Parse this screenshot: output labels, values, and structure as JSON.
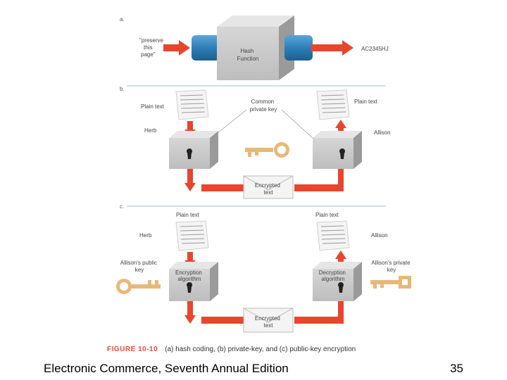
{
  "section_a": {
    "label": "a.",
    "input_text": [
      "\"preserve",
      "this",
      "page\""
    ],
    "box_label": [
      "Hash",
      "Function"
    ],
    "output_text": "AC2345HJ"
  },
  "section_b": {
    "label": "b.",
    "left_doc_label": "Plain text",
    "right_doc_label": "Plain text",
    "sender": "Herb",
    "receiver": "Allison",
    "key_label": [
      "Common",
      "private key"
    ],
    "envelope_label": [
      "Encrypted",
      "text"
    ]
  },
  "section_c": {
    "label": "c.",
    "left_doc_label": "Plain text",
    "right_doc_label": "Plain text",
    "sender": "Herb",
    "receiver": "Allison",
    "left_key_label": [
      "Allison's public",
      "key"
    ],
    "right_key_label": [
      "Allison's private",
      "key"
    ],
    "left_box_label": [
      "Encryption",
      "algorithm"
    ],
    "right_box_label": [
      "Decryption",
      "algorithm"
    ],
    "envelope_label": [
      "Encrypted",
      "text"
    ]
  },
  "caption": {
    "figure": "FIGURE 10-10",
    "text": "(a) hash coding, (b) private-key, and (c) public-key encryption"
  },
  "footer": {
    "title": "Electronic Commerce, Seventh Annual Edition",
    "page": "35"
  },
  "colors": {
    "arrow": "#e8452c",
    "pipe": "#2e7fb8",
    "box": "#c8c8c8",
    "key": "#e8b87a",
    "rule": "#9cc2c2"
  }
}
